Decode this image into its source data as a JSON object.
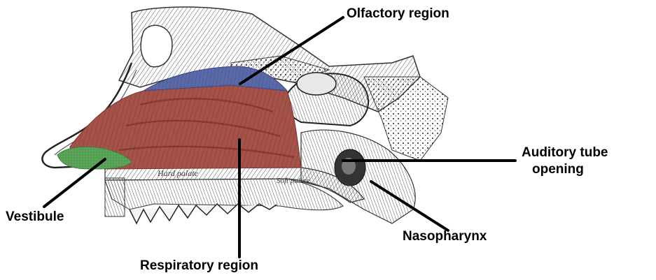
{
  "labels": {
    "olfactory": "Olfactory region",
    "respiratory": "Respiratory region",
    "vestibule": "Vestibule",
    "auditory_line1": "Auditory tube",
    "auditory_line2": "opening",
    "nasopharynx": "Nasopharynx"
  },
  "engraving_text": {
    "hard_palate": "Hard palate",
    "soft_palate": "Soft palate"
  },
  "colors": {
    "olfactory": "#5a6aa8",
    "respiratory": "#a5534a",
    "vestibule": "#5aa55a",
    "leader": "#000000",
    "engraving": "#3a3a3a"
  }
}
